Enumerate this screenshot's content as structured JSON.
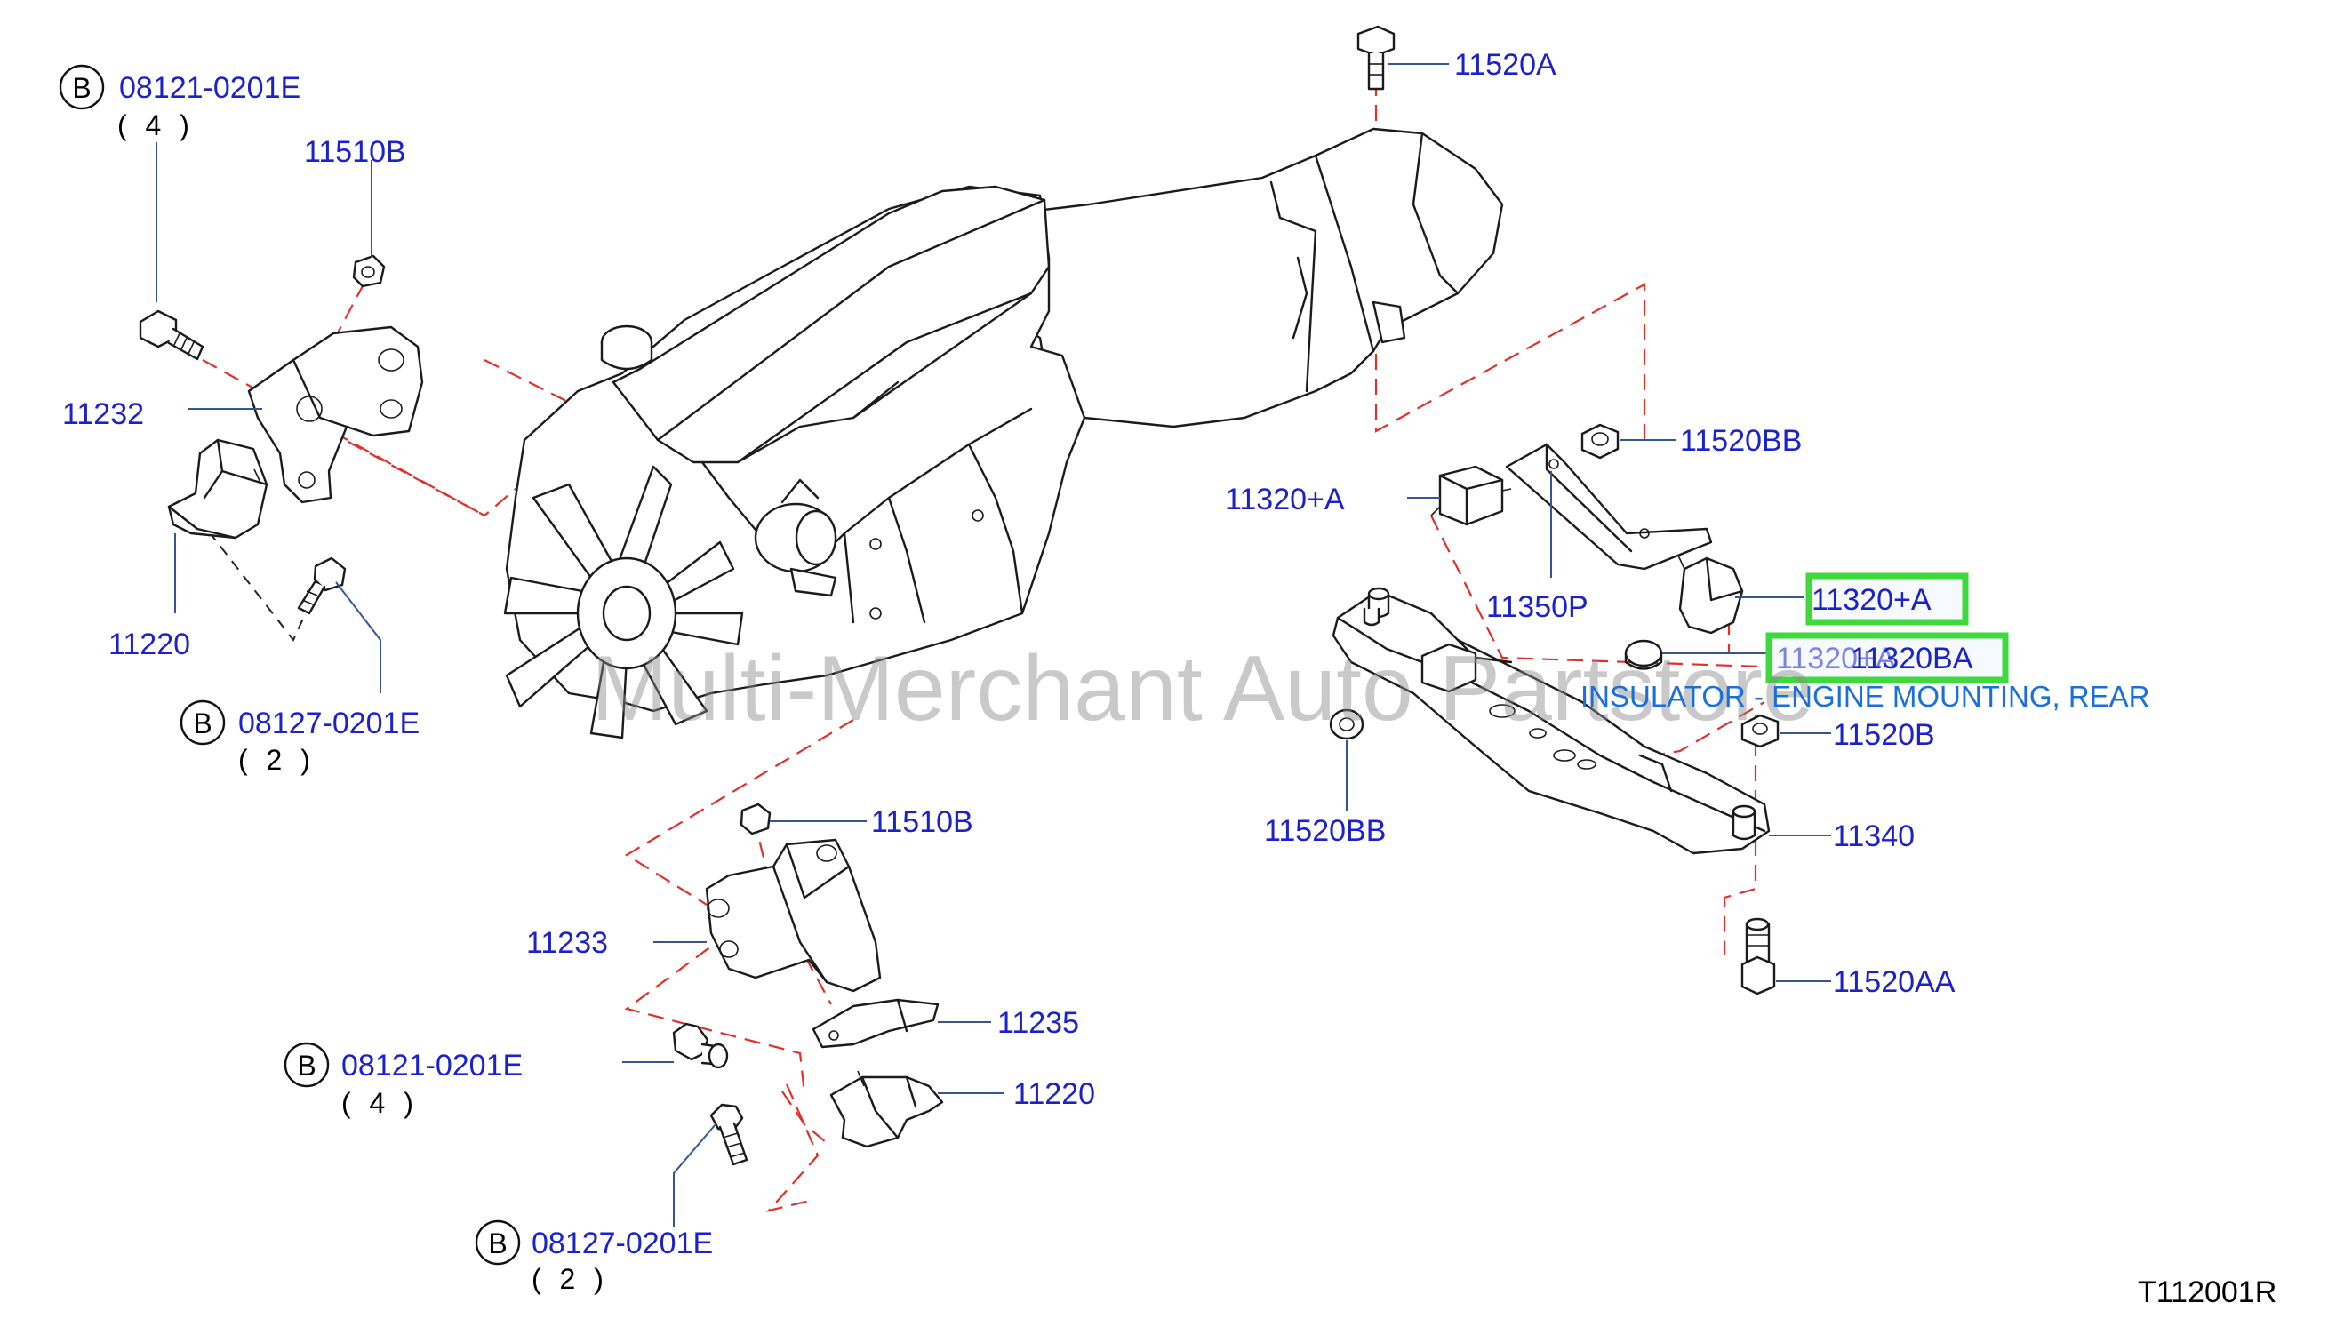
{
  "diagram": {
    "reference_code": "T112001R",
    "watermark": "Multi-Merchant Auto Partstore",
    "callout_prefix": "B",
    "labels": {
      "bolt_08121_top": "08121-0201E",
      "qty_top_left": "( 4 )",
      "nut_11510b_top": "11510B",
      "bracket_11232": "11232",
      "insulator_11220_left": "11220",
      "bolt_08127_left": "08127-0201E",
      "qty_left_2": "( 2 )",
      "bolt_11520a": "11520A",
      "nut_11520bb_upper": "11520BB",
      "insulator_11320a_left": "11320+A",
      "bracket_11350p": "11350P",
      "insulator_11320a_highlight": "11320+A",
      "part_11320b_highlight": "11320BA",
      "overlap_label": "11320+A",
      "tooltip": "INSULATOR - ENGINE MOUNTING, REAR",
      "nut_11520b": "11520B",
      "washer_11520bb_lower": "11520BB",
      "crossmember_11340": "11340",
      "nut_11510b_bottom": "11510B",
      "bracket_11233": "11233",
      "stopper_11235": "11235",
      "bolt_08121_bottom": "08121-0201E",
      "qty_bottom_4": "( 4 )",
      "insulator_11220_bottom": "11220",
      "bolt_08127_bottom": "08127-0201E",
      "qty_bottom_2": "( 2 )",
      "bolt_11520aa": "11520AA"
    }
  },
  "colors": {
    "label_blue": "#1a22c8",
    "leader_line": "#35578f",
    "dashed_red": "#e0302a",
    "highlight_green": "#3dd93d",
    "tooltip_blue": "#1a6fd8"
  }
}
